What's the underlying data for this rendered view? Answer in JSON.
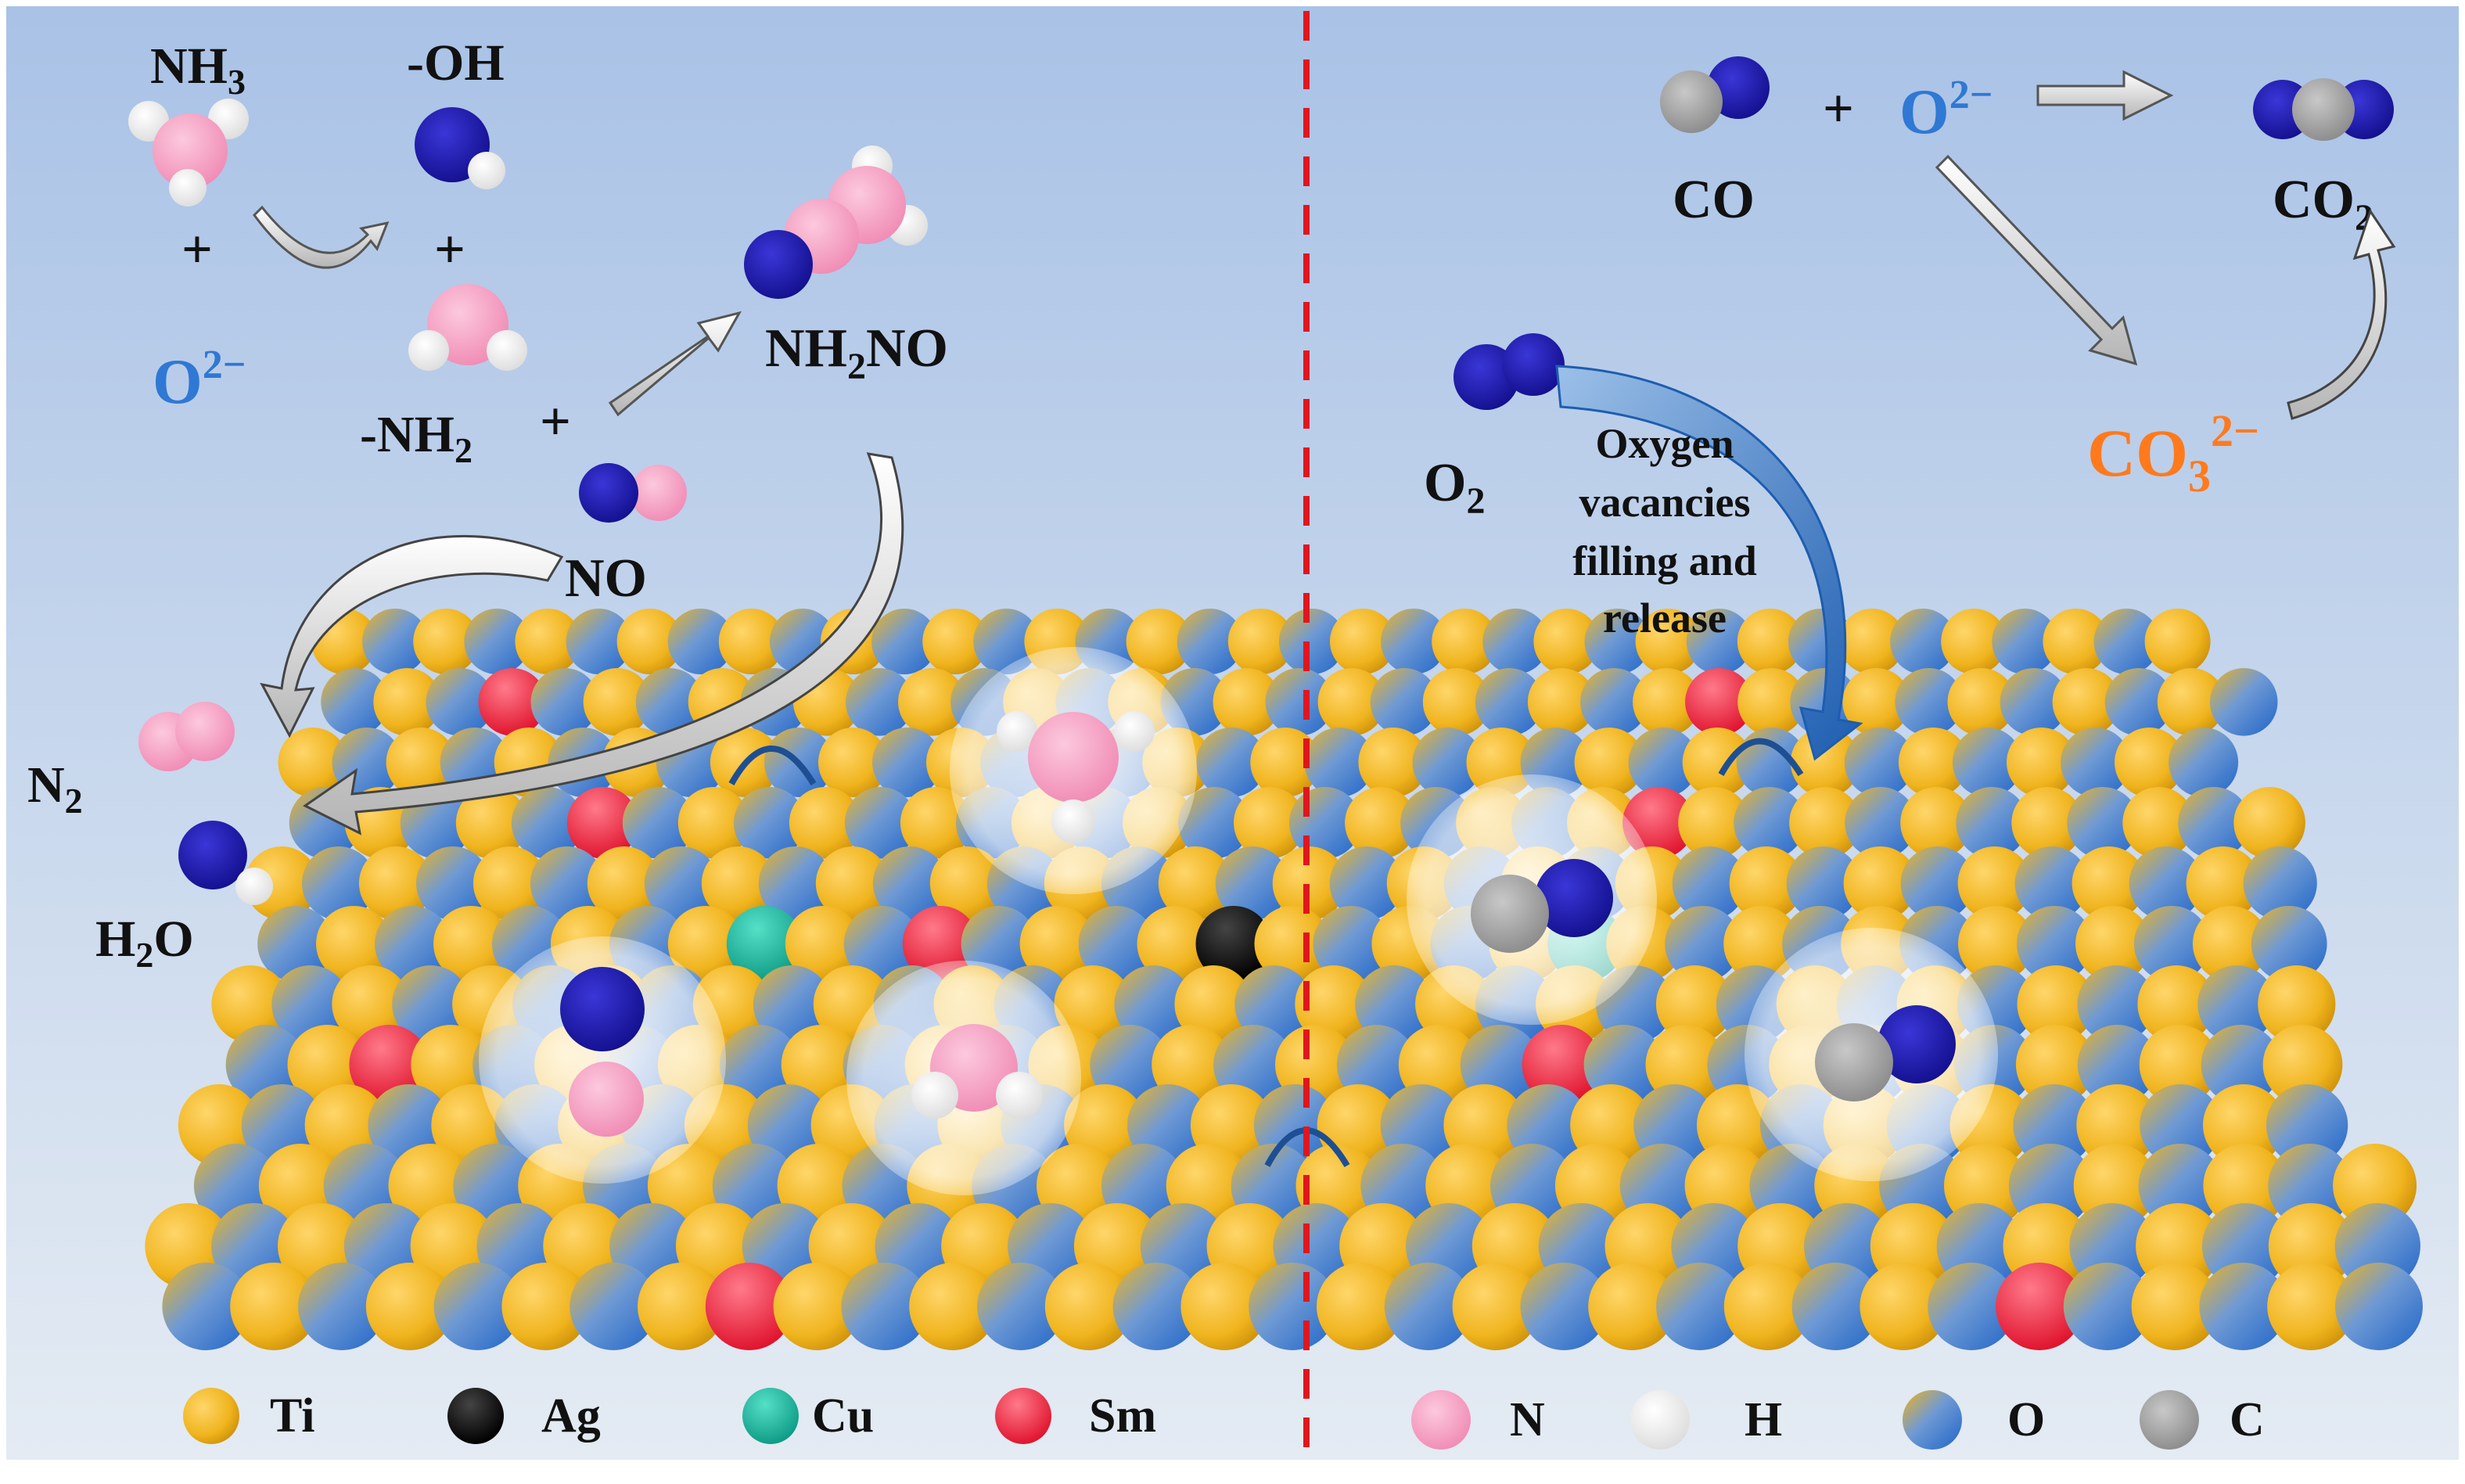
{
  "left_reaction": {
    "nh3": "NH3",
    "oh": "-OH",
    "plus_1": "+",
    "plus_2": "+",
    "o2_minus": "O2−",
    "nh2": "-NH2",
    "plus_3": "+",
    "nh2no": "NH2NO",
    "no": "NO",
    "n2": "N2",
    "h2o": "H2O"
  },
  "right_reaction": {
    "co": "CO",
    "plus": "+",
    "o2_minus": "O2−",
    "co2": "CO2",
    "o2": "O2",
    "carbonate": "CO32−",
    "vacancy_label_lines": [
      "Oxygen",
      "vacancies",
      "filling and",
      "release"
    ]
  },
  "legend": {
    "items": [
      {
        "label": "Ti",
        "color": "#f0b41e"
      },
      {
        "label": "Ag",
        "color": "#111111"
      },
      {
        "label": "Cu",
        "color": "#1abfa6"
      },
      {
        "label": "Sm",
        "color": "#ff3c55"
      },
      {
        "label": "N",
        "color": "#f7a8c8"
      },
      {
        "label": "H",
        "color": "#ffffff"
      },
      {
        "label": "O",
        "color": "#2a7fd6"
      },
      {
        "label": "C",
        "color": "#a4a4a4"
      }
    ]
  },
  "colors": {
    "background_top": "#a9c2e6",
    "background_bottom": "#e4ebf3",
    "divider": "#e0161e",
    "molecule_oxygen": "#1f1bb4",
    "o2_minus_text": "#2f78d4",
    "carbonate_text": "#ff7a1c",
    "vacancy_arrow": "#1d5db0"
  }
}
